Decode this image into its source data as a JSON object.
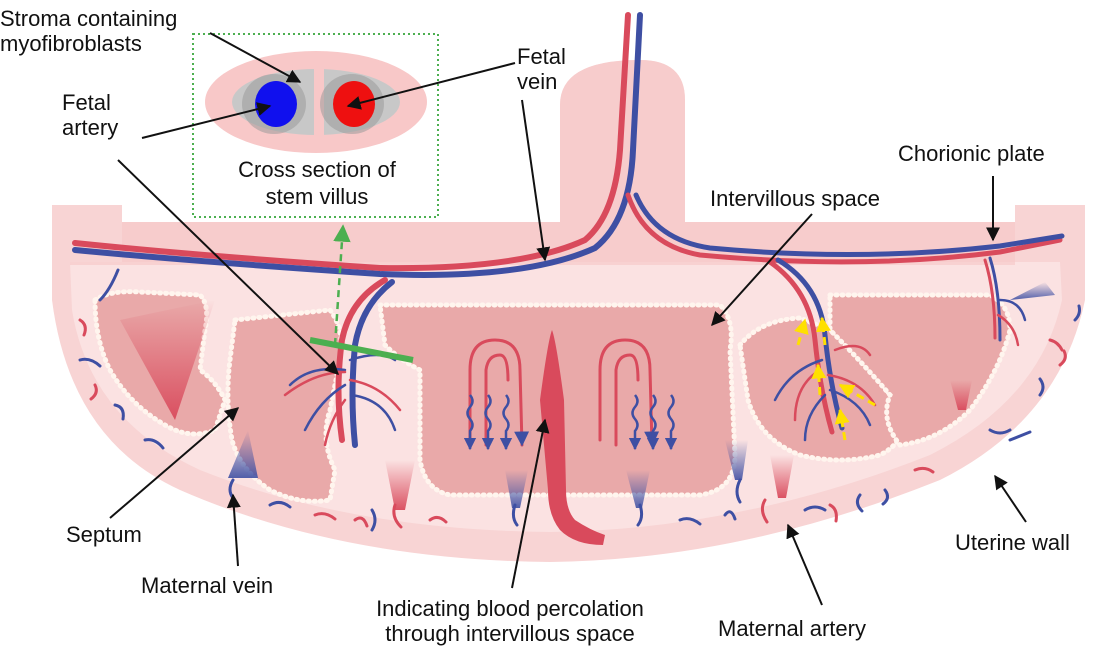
{
  "labels": {
    "stroma": [
      "Stroma containing",
      "myofibroblasts"
    ],
    "fetal_vein": [
      "Fetal",
      "vein"
    ],
    "fetal_artery": [
      "Fetal",
      "artery"
    ],
    "cross_section": [
      "Cross section of",
      "stem villus"
    ],
    "chorionic_plate": "Chorionic plate",
    "intervillous_space": "Intervillous space",
    "septum": "Septum",
    "maternal_vein": "Maternal vein",
    "percolation": [
      "Indicating blood percolation",
      "through intervillous space"
    ],
    "maternal_artery": "Maternal artery",
    "uterine_wall": "Uterine wall"
  },
  "colors": {
    "artery_red": "#d94a5c",
    "vein_blue": "#3e4fa3",
    "tissue_pink": "#f8d4d4",
    "space_pink": "#e8a3a3",
    "inset_border": "#4caf50",
    "inset_arrow": "#4caf50",
    "flow_marker": "#ffee33"
  }
}
